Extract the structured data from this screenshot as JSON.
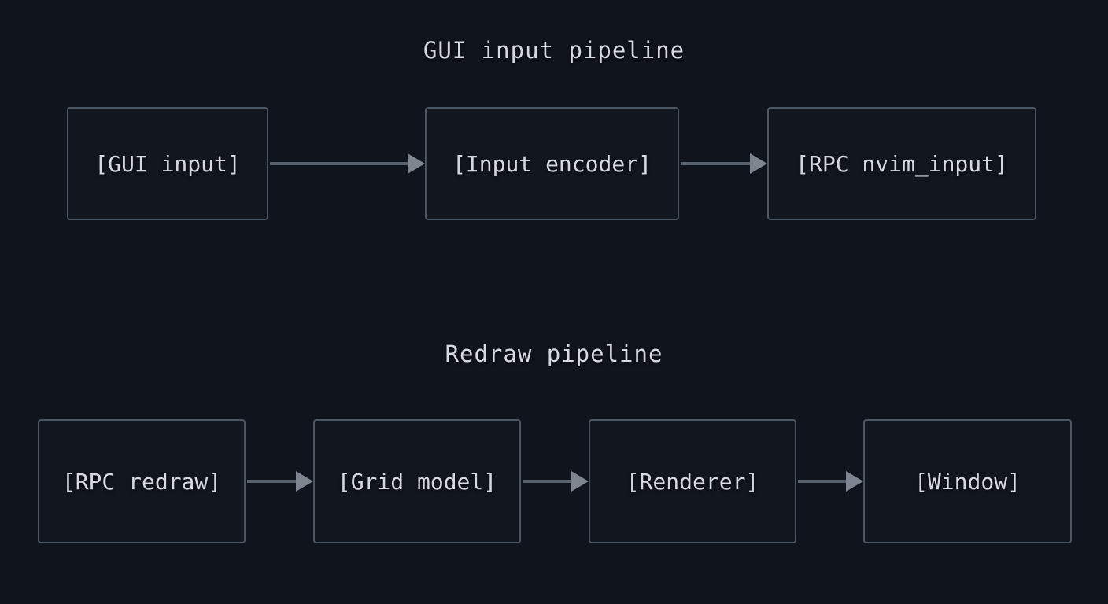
{
  "colors": {
    "background": "#10141c",
    "node_fill": "#12161f",
    "node_border": "#4d5663",
    "text": "#d6dae0",
    "arrow_shaft": "#59616d",
    "arrow_head": "#7e8590"
  },
  "diagram": {
    "pipelines": [
      {
        "title": "GUI input pipeline",
        "nodes": [
          "[GUI input]",
          "[Input encoder]",
          "[RPC nvim_input]"
        ],
        "connections": [
          {
            "from": "[GUI input]",
            "to": "[Input encoder]"
          },
          {
            "from": "[Input encoder]",
            "to": "[RPC nvim_input]"
          }
        ]
      },
      {
        "title": "Redraw pipeline",
        "nodes": [
          "[RPC redraw]",
          "[Grid model]",
          "[Renderer]",
          "[Window]"
        ],
        "connections": [
          {
            "from": "[RPC redraw]",
            "to": "[Grid model]"
          },
          {
            "from": "[Grid model]",
            "to": "[Renderer]"
          },
          {
            "from": "[Renderer]",
            "to": "[Window]"
          }
        ]
      }
    ]
  }
}
